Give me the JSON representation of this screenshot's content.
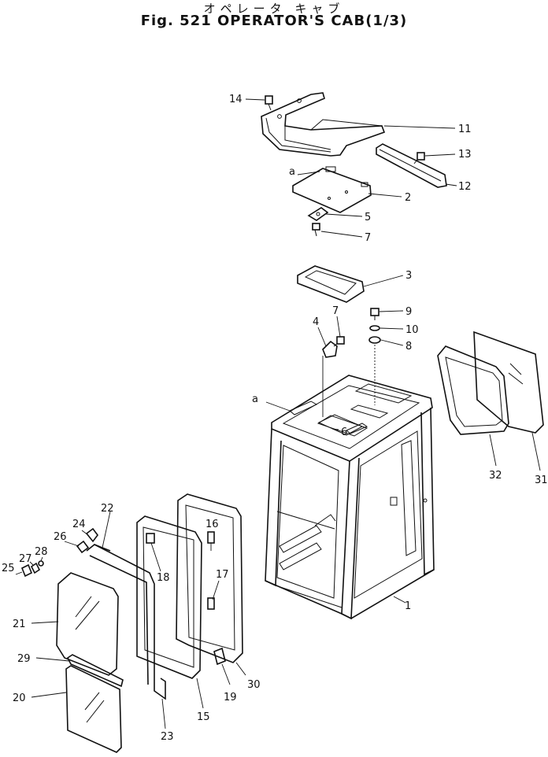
{
  "title_jp": "オペレータ キャブ",
  "title": "Fig. 521 OPERATOR'S CAB(1/3)",
  "view_ref": "a",
  "parts": [
    {
      "id": "1",
      "label": "1"
    },
    {
      "id": "2",
      "label": "2"
    },
    {
      "id": "3",
      "label": "3"
    },
    {
      "id": "4",
      "label": "4"
    },
    {
      "id": "5",
      "label": "5"
    },
    {
      "id": "6",
      "label": "6"
    },
    {
      "id": "7a",
      "label": "7"
    },
    {
      "id": "7b",
      "label": "7"
    },
    {
      "id": "8",
      "label": "8"
    },
    {
      "id": "9",
      "label": "9"
    },
    {
      "id": "10",
      "label": "10"
    },
    {
      "id": "11",
      "label": "11"
    },
    {
      "id": "12",
      "label": "12"
    },
    {
      "id": "13",
      "label": "13"
    },
    {
      "id": "14",
      "label": "14"
    },
    {
      "id": "15",
      "label": "15"
    },
    {
      "id": "16",
      "label": "16"
    },
    {
      "id": "17",
      "label": "17"
    },
    {
      "id": "18",
      "label": "18"
    },
    {
      "id": "19",
      "label": "19"
    },
    {
      "id": "20",
      "label": "20"
    },
    {
      "id": "21",
      "label": "21"
    },
    {
      "id": "22",
      "label": "22"
    },
    {
      "id": "23",
      "label": "23"
    },
    {
      "id": "24",
      "label": "24"
    },
    {
      "id": "25",
      "label": "25"
    },
    {
      "id": "26",
      "label": "26"
    },
    {
      "id": "27",
      "label": "27"
    },
    {
      "id": "28",
      "label": "28"
    },
    {
      "id": "29",
      "label": "29"
    },
    {
      "id": "30",
      "label": "30"
    },
    {
      "id": "31",
      "label": "31"
    },
    {
      "id": "32",
      "label": "32"
    }
  ]
}
